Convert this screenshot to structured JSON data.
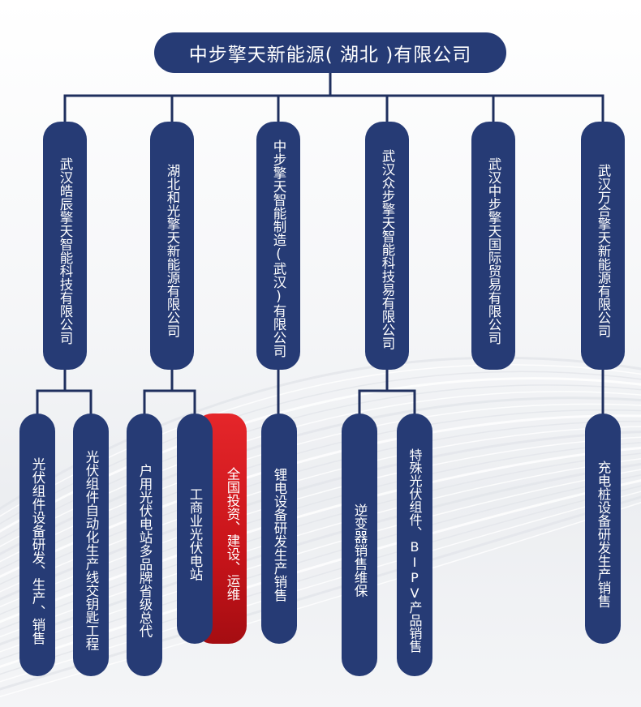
{
  "root": {
    "label": "中步擎天新能源( 湖北 )有限公司"
  },
  "companies": [
    {
      "label": "武汉皓辰擎天智能科技有限公司"
    },
    {
      "label": "湖北和光擎天新能源有限公司"
    },
    {
      "label": "中步擎天智能制造(武汉)有限公司"
    },
    {
      "label": "武汉众步擎天智能科技易有限公司"
    },
    {
      "label": "武汉中步擎天国际贸易有限公司"
    },
    {
      "label": "武汉万合擎天新能源有限公司"
    }
  ],
  "businesses": [
    {
      "label": "光伏组件设备研发、生产、销售"
    },
    {
      "label": "光伏组件自动化生产线交钥匙工程"
    },
    {
      "label": "户用光伏电站多品牌省级总代"
    },
    {
      "label": "工商业光伏电站"
    },
    {
      "label": "全国投资、建设、运维"
    },
    {
      "label": "锂电设备研发生产销售"
    },
    {
      "label": "逆变器销售维保"
    },
    {
      "label": "特殊光伏组件、BIPV产品销售"
    },
    {
      "label": "充电桩设备研发生产销售"
    }
  ],
  "colors": {
    "navy": "#263b75",
    "red": "#d21a1f",
    "line": "#1f2f5e"
  }
}
